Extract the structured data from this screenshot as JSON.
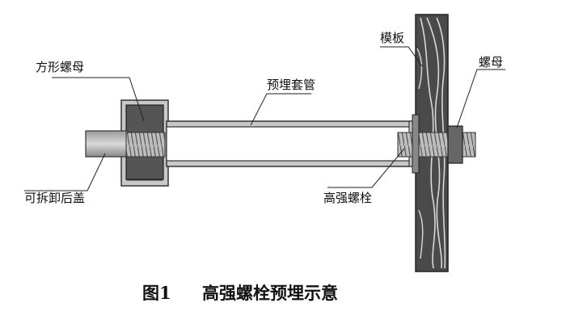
{
  "labels": {
    "square_nut": "方形螺母",
    "embedded_sleeve": "预埋套管",
    "formwork": "模板",
    "nut": "螺母",
    "removable_cap": "可拆卸后盖",
    "high_strength_bolt": "高强螺栓"
  },
  "caption": {
    "figure_number": "图1",
    "title": "高强螺栓预埋示意"
  }
}
